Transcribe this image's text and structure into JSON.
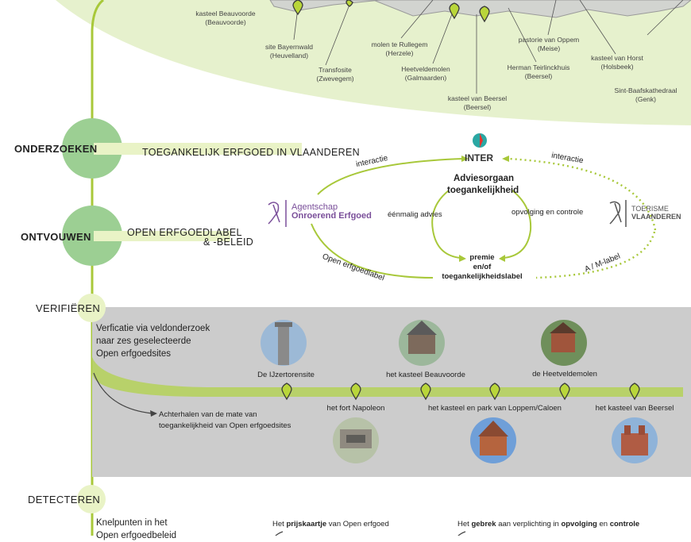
{
  "map": {
    "labels": [
      {
        "name": "kasteel Beauvoorde",
        "place": "(Beauvoorde)"
      },
      {
        "name": "site Bayernwald",
        "place": "(Heuvelland)"
      },
      {
        "name": "Transfosite",
        "place": "(Zwevegem)"
      },
      {
        "name": "molen te Rullegem",
        "place": "(Herzele)"
      },
      {
        "name": "Heetveldemolen",
        "place": "(Galmaarden)"
      },
      {
        "name": "kasteel van Beersel",
        "place": "(Beersel)"
      },
      {
        "name": "pastorie van Oppem",
        "place": "(Meise)"
      },
      {
        "name": "Herman Teirlinckhuis",
        "place": "(Beersel)"
      },
      {
        "name": "kasteel van Horst",
        "place": "(Holsbeek)"
      },
      {
        "name": "Sint-Baafskathedraal",
        "place": "(Genk)"
      }
    ]
  },
  "stages": {
    "onderzoeken": "ONDERZOEKEN",
    "ontvouwen": "ONTVOUWEN",
    "verifieren": "VERIFIËREN",
    "detecteren": "DETECTEREN"
  },
  "bars": {
    "research": "TOEGANKELIJK ERFGOED IN VLAANDEREN",
    "label_line1": "OPEN ERFGOEDLABEL",
    "label_line2": "& -BELEID"
  },
  "org_diagram": {
    "inter": "INTER",
    "advisory_line1": "Adviesorgaan",
    "advisory_line2": "toegankelijkheid",
    "agentschap_line1": "Agentschap",
    "agentschap_line2": "Onroerend Erfgoed",
    "toerisme_line1": "TOERISME",
    "toerisme_line2": "VLAANDEREN",
    "interactie_left": "interactie",
    "interactie_right": "interactie",
    "eenmalig": "éénmalig advies",
    "opvolging": "opvolging en controle",
    "premie_line1": "premie",
    "premie_line2": "en/of",
    "premie_line3": "toegankelijkheidslabel",
    "open_erfgoedlabel": "Open erfgoedlabel",
    "am_label": "A / M-label"
  },
  "verification": {
    "intro_line1": "Verficatie via veldonderzoek",
    "intro_line2": "naar zes geselecteerde",
    "intro_line3": "Open erfgoedsites",
    "outcome_line1": "Achterhalen van de mate van",
    "outcome_line2": "toegankelijkheid van Open erfgoedsites",
    "sites_top": [
      "De IJzertorensite",
      "het kasteel Beauvoorde",
      "de Heetveldemolen"
    ],
    "sites_bottom": [
      "het fort Napoleon",
      "het kasteel en park van Loppem/Caloen",
      "het kasteel van Beersel"
    ]
  },
  "detection": {
    "intro_line1": "Knelpunten in het",
    "intro_line2": "Open erfgoedbeleid",
    "item1_pre": "Het ",
    "item1_bold": "prijskaartje",
    "item1_post": " van Open erfgoed",
    "item2_pre": "Het ",
    "item2_bold1": "gebrek",
    "item2_mid1": " aan verplichting in ",
    "item2_bold2": "opvolging",
    "item2_mid2": " en ",
    "item2_bold3": "controle"
  },
  "colors": {
    "timeline_green": "#a8c83a",
    "node_green": "#9ccf93",
    "node_light": "#e9f3c6",
    "map_bg": "#e6f1cd",
    "band_gray": "#cccccc",
    "agentschap_purple": "#7a4f9a",
    "inter_red": "#e3342f",
    "inter_teal": "#2aa7a3"
  }
}
